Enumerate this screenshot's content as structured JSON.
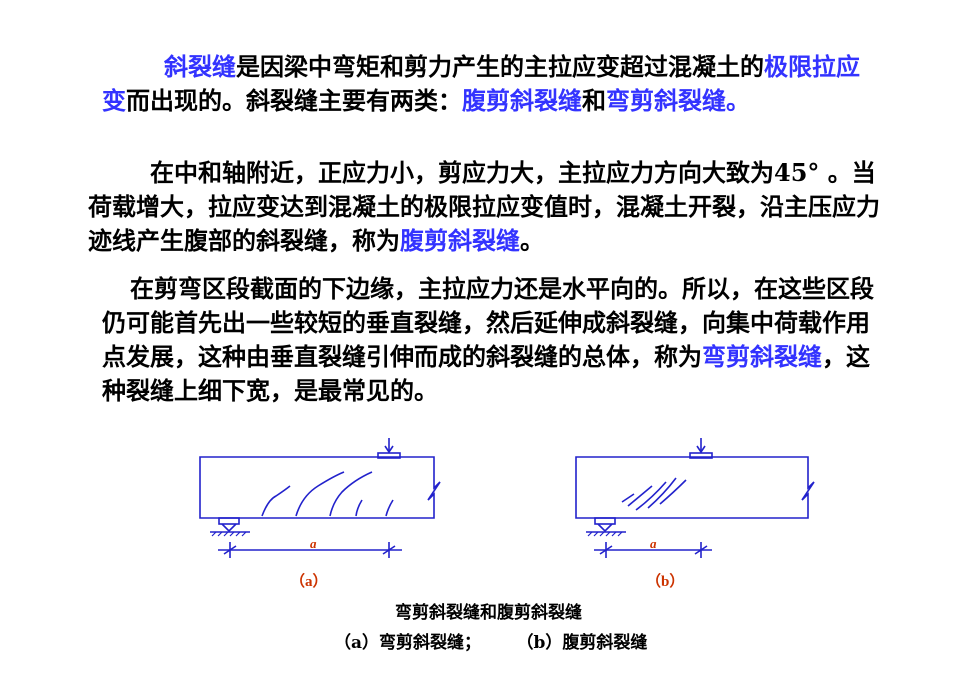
{
  "para1": {
    "term_diag": "斜裂缝",
    "text1": "是因梁中弯矩和剪力产生的主拉应变超过混凝土的",
    "term_limit": "极限拉应变",
    "text2": "而出现的。斜裂缝主要有两类：",
    "term_web": "腹剪斜裂缝",
    "text3": "和",
    "term_flex": "弯剪斜裂缝。"
  },
  "para2": {
    "line1": "在中和轴附近，正应力小，剪应力大，主拉应力方向大致为",
    "text2": "45°  。当荷载增大，拉应变达到混凝土的极限拉应变值时，混凝土开裂，沿主压应力迹线产生腹部的斜裂缝，称为",
    "term": "腹剪斜裂缝",
    "end": "。"
  },
  "para3": {
    "text1": "在剪弯区段截面的下边缘，主拉应力还是水平向的。所以，在这些区段仍可能首先出一些较短的垂直裂缝，然后延伸成斜裂缝，向集中荷载作用点发展，这种由垂直裂缝引伸而成的斜裂缝的总体，称为",
    "term": "弯剪斜裂缝",
    "text2": "，这种裂缝上细下宽，是最常见的。"
  },
  "figure": {
    "dim_a": "a",
    "dim_b": "a",
    "label_a": "（a）",
    "label_b": "（b）",
    "caption_title": "弯剪斜裂缝和腹剪斜裂缝",
    "caption_sub": "（a）弯剪斜裂缝；      （b）腹剪斜裂缝"
  },
  "colors": {
    "highlight": "#3333ff",
    "drawing": "#2222cc",
    "label": "#cc3300"
  }
}
